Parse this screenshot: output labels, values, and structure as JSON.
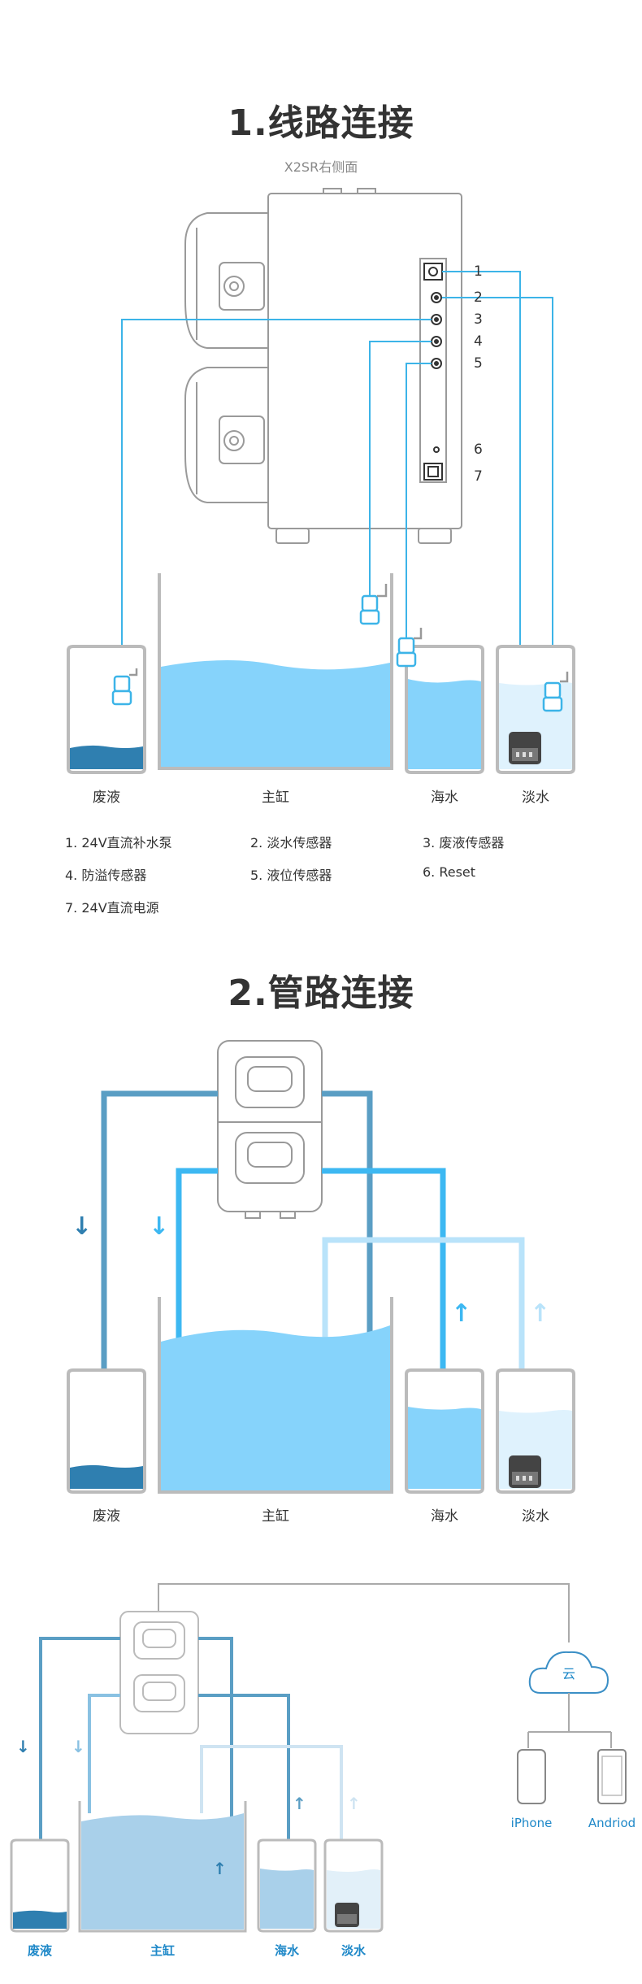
{
  "section1": {
    "title": "1.线路连接",
    "subtitle": "X2SR右侧面",
    "ports": [
      "1",
      "2",
      "3",
      "4",
      "5",
      "6",
      "7"
    ],
    "containers": {
      "waste": "废液",
      "main": "主缸",
      "sea": "海水",
      "fresh": "淡水"
    },
    "legend": [
      "1. 24V直流补水泵",
      "2. 淡水传感器",
      "3. 废液传感器",
      "4. 防溢传感器",
      "5. 液位传感器",
      "6. Reset",
      "7. 24V直流电源"
    ]
  },
  "section2": {
    "title": "2.管路连接",
    "containers": {
      "waste": "废液",
      "main": "主缸",
      "sea": "海水",
      "fresh": "淡水"
    }
  },
  "section3": {
    "containers": {
      "waste": "废液",
      "main": "主缸",
      "sea": "海水",
      "fresh": "淡水"
    },
    "cloud": "云",
    "devices": [
      "iPhone",
      "Andriod"
    ]
  },
  "colors": {
    "line": "#3cb4e8",
    "water": "#86d3fb",
    "waste": "#2f7fb0",
    "fresh": "#dff2fd",
    "gray": "#b0b0b0"
  }
}
